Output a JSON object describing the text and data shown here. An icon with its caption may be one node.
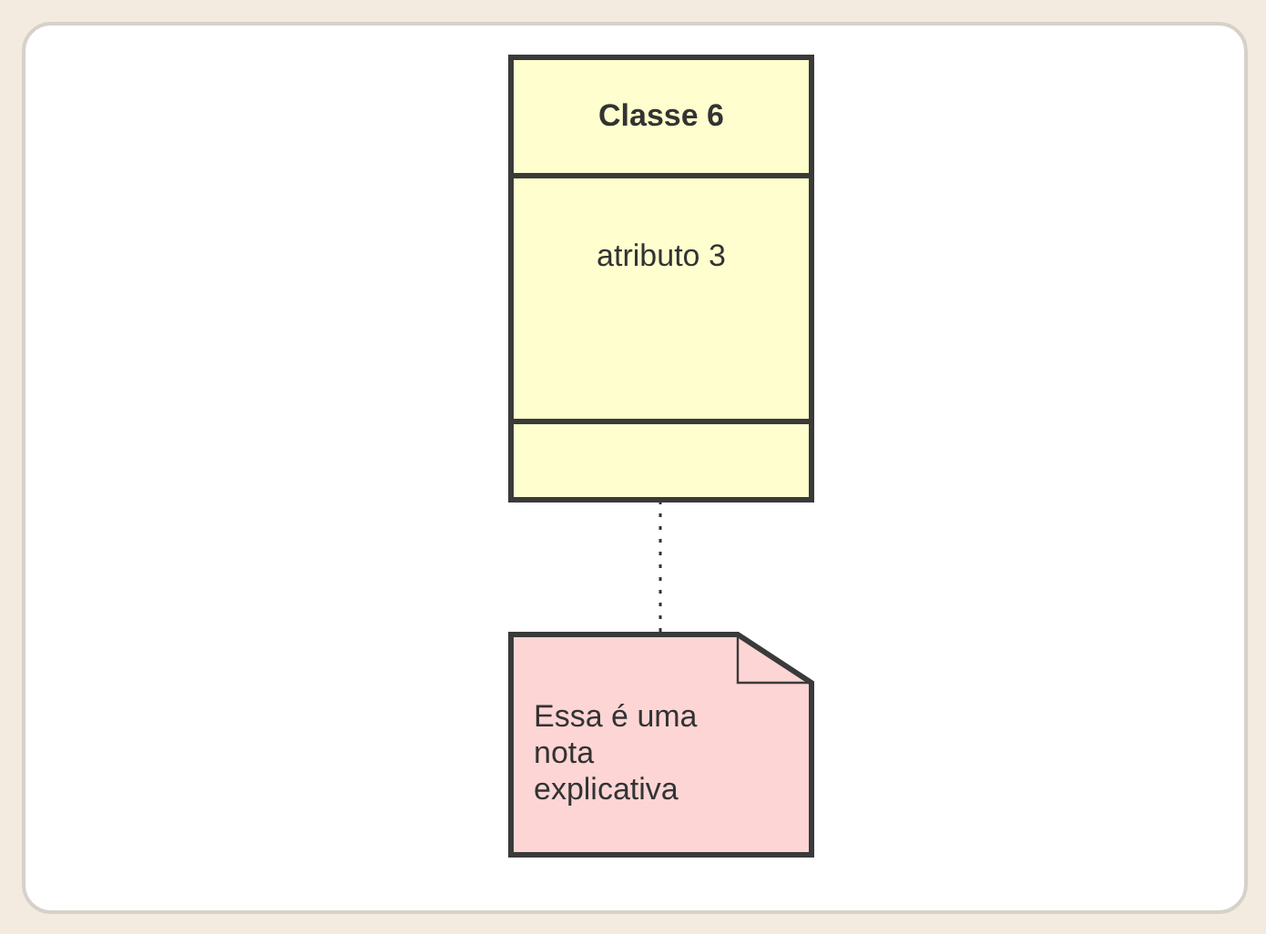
{
  "diagram": {
    "nodes": [
      {
        "text": [
          "Classe 6",
          "atributo 3"
        ]
      },
      {
        "text": [
          "Essa é uma nota explicativa"
        ]
      }
    ],
    "edges": [
      {
        "from": 1,
        "to": 0,
        "arrow": "none",
        "style": "dashed"
      }
    ]
  }
}
